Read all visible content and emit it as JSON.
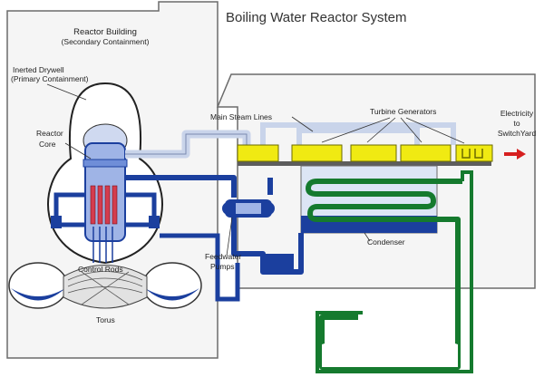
{
  "title": "Boiling Water Reactor System",
  "labels": {
    "reactor_building": "Reactor Building",
    "secondary_containment": "(Secondary Containment)",
    "inerted_drywell": "Inerted Drywell",
    "primary_containment": "(Primary Containment)",
    "reactor": "Reactor",
    "core": "Core",
    "control_rods": "Control Rods",
    "torus": "Torus",
    "main_steam_lines": "Main Steam Lines",
    "turbine_generators": "Turbine Generators",
    "electricity_1": "Electricity",
    "electricity_2": "to",
    "electricity_3": "SwitchYard",
    "feedwater": "Feedwater",
    "pumps": "Pumps",
    "condenser": "Condenser"
  },
  "colors": {
    "outline": "#6b6b6b",
    "building_fill": "#f4f4f4",
    "steam_line": "#c9d4ea",
    "water": "#1b3f9e",
    "water_light": "#3a6fd6",
    "turbine": "#f0ea12",
    "cooling": "#157a2e",
    "arrow": "#d61f1f"
  }
}
